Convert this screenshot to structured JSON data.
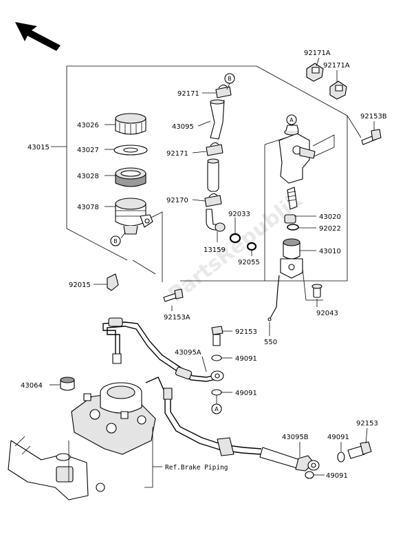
{
  "labels": {
    "p43026": "43026",
    "p43027": "43027",
    "p43028": "43028",
    "p43078": "43078",
    "p43015": "43015",
    "p92015": "92015",
    "p92171_top": "92171",
    "p43095": "43095",
    "p92171_mid": "92171",
    "p92170": "92170",
    "p13159": "13159",
    "p92033": "92033",
    "p92055": "92055",
    "p92171A_a": "92171A",
    "p92171A_b": "92171A",
    "p92153B": "92153B",
    "p43020": "43020",
    "p92022": "92022",
    "p43010": "43010",
    "p92043": "92043",
    "p550": "550",
    "p92153A": "92153A",
    "p92153_mid": "92153",
    "p43095A": "43095A",
    "p49091_a": "49091",
    "p49091_b": "49091",
    "p43064": "43064",
    "p92153_low": "92153",
    "p49091_c": "49091",
    "p43095B": "43095B",
    "p49091_d": "49091",
    "ref_brake_piping": "Ref.Brake Piping"
  },
  "callouts": {
    "a_top": "A",
    "a_low": "A",
    "b_top": "B",
    "b_low": "B"
  },
  "watermark": "PartsRepublik",
  "icons": {
    "direction": "direction-arrow-icon"
  }
}
